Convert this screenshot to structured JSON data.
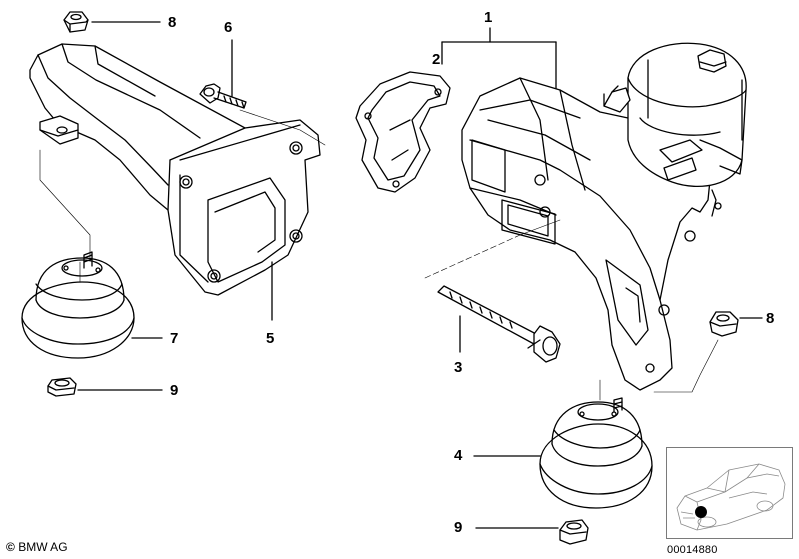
{
  "callouts": {
    "c1": "1",
    "c2": "2",
    "c3": "3",
    "c4": "4",
    "c5": "5",
    "c6": "6",
    "c7": "7",
    "c8_top": "8",
    "c8_right": "8",
    "c9_left": "9",
    "c9_bottom": "9"
  },
  "footer": {
    "copyright_symbol": "©",
    "copyright_text": "BMW AG",
    "document_number": "00014880"
  },
  "colors": {
    "line": "#000000",
    "background": "#ffffff",
    "thumb_border": "#7a7a7a",
    "marker": "#000000"
  }
}
